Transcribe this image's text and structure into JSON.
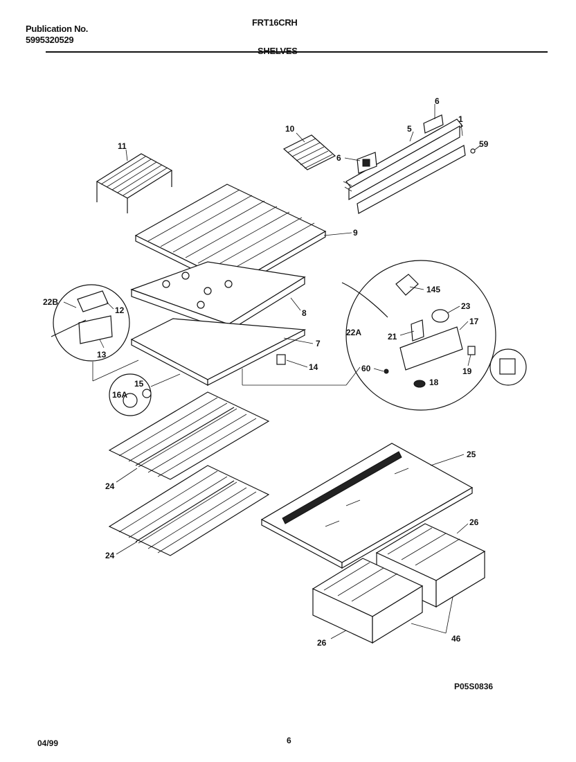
{
  "header": {
    "publication_label": "Publication No.",
    "publication_number": "5995320529",
    "model": "FRT16CRH",
    "section": "SHELVES"
  },
  "callouts": {
    "c1": "1",
    "c5": "5",
    "c6a": "6",
    "c6b": "6",
    "c59": "59",
    "c10": "10",
    "c11": "11",
    "c9": "9",
    "c8": "8",
    "c7": "7",
    "c14": "14",
    "c22B": "22B",
    "c12": "12",
    "c13": "13",
    "c15": "15",
    "c16A": "16A",
    "c145": "145",
    "c23": "23",
    "c22A": "22A",
    "c17": "17",
    "c21": "21",
    "c60": "60",
    "c18": "18",
    "c19": "19",
    "c24a": "24",
    "c24b": "24",
    "c25": "25",
    "c26a": "26",
    "c26b": "26",
    "c46": "46"
  },
  "footer": {
    "diagram_code": "P05S0836",
    "date": "04/99",
    "page": "6"
  }
}
